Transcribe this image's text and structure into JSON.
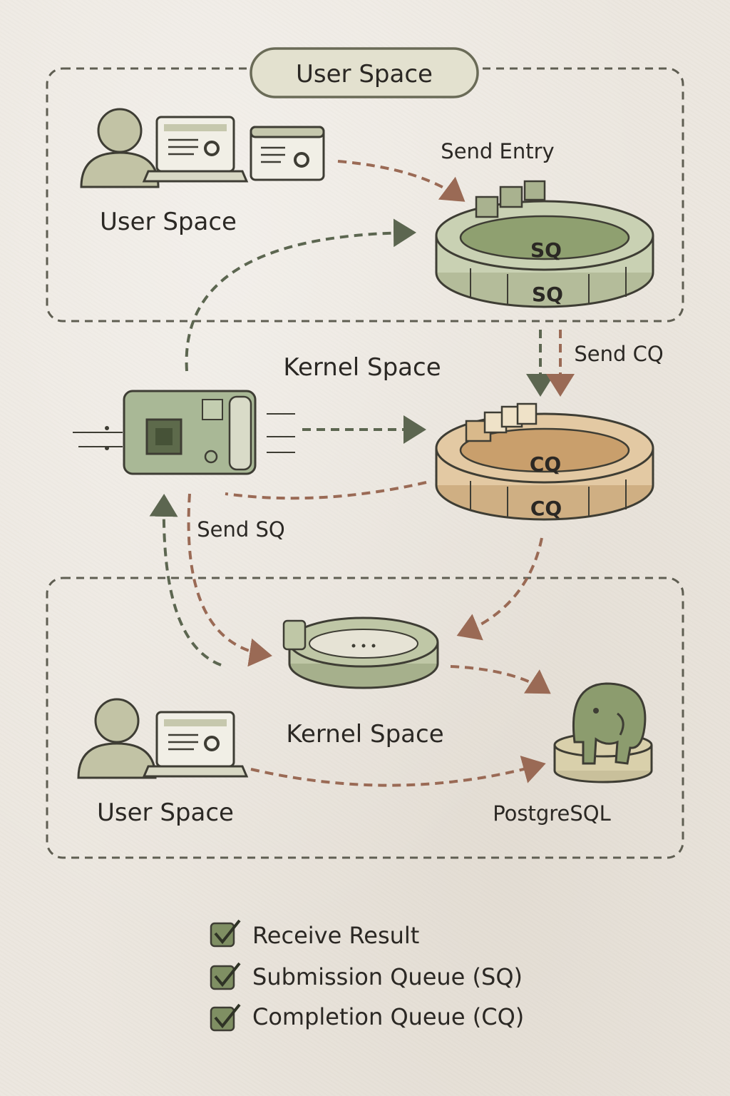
{
  "diagram": {
    "title_pill": "User Space",
    "top_user_label": "User Space",
    "send_entry_label": "Send Entry",
    "sq_inner_label": "SQ",
    "sq_outer_label": "SQ",
    "kernel_label_top": "Kernel Space",
    "send_cq_label": "Send CQ",
    "cq_inner_label": "CQ",
    "cq_outer_label": "CQ",
    "send_sq_label": "Send SQ",
    "kernel_label_bottom": "Kernel Space",
    "bottom_user_label": "User Space",
    "postgres_label": "PostgreSQL"
  },
  "legend": {
    "items": [
      {
        "label": "Receive Result",
        "icon": "checkbox-icon"
      },
      {
        "label": "Submission Queue (SQ)",
        "icon": "checkbox-icon"
      },
      {
        "label": "Completion Queue (CQ)",
        "icon": "checkbox-icon"
      }
    ]
  },
  "colors": {
    "green_arrow": "#5c6650",
    "red_arrow": "#9a6a55",
    "sq_ring": "#c9d1b3",
    "cq_ring": "#e3c9a3",
    "board": "#a9b896",
    "panel_border": "#6b6a5c",
    "check_fill": "#7f8f63"
  }
}
